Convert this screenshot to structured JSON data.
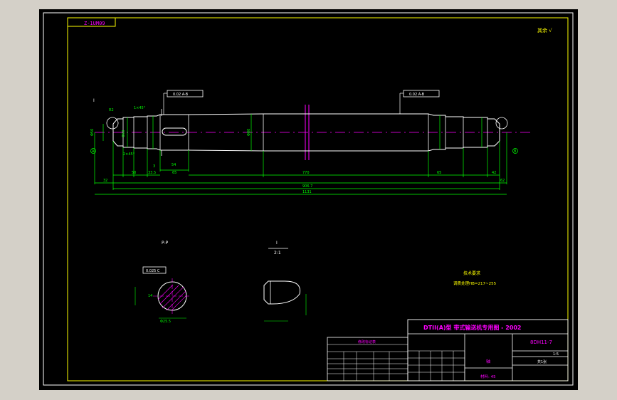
{
  "drawing": {
    "code_box": "Z-1UM09",
    "top_right_note": "其余 √",
    "section_label": "P-P",
    "detail_label": "I",
    "detail_scale": "2:1",
    "tech_title": "技术要求",
    "tech_note": "调质处理HB=217~255"
  },
  "shaft_dims": {
    "d_left": "Φ50",
    "d_mid": "Φ60",
    "d_body": "Φ80",
    "chamfer_a": "2×45°",
    "chamfer_b": "1×45°",
    "radius": "R2",
    "len_50": "50",
    "len_3": "3",
    "len_335": "33.5",
    "len_65": "65",
    "len_54": "54",
    "len_770": "770",
    "len_65b": "65",
    "len_32": "32",
    "len_42": "42",
    "total_inner": "906.7",
    "total": "1131",
    "len_62": "62",
    "tol_left": "0.02 A-B",
    "tol_right": "0.02 A-B",
    "label_a": "A",
    "label_b": "B",
    "mark_i": "I"
  },
  "section": {
    "tol": "0.025 C",
    "width": "14",
    "depth": "Φ25.5"
  },
  "title_block": {
    "title": "DTII(A)型  带式输送机专用图 - 2002",
    "drawing_no": "8DH11-7",
    "part_name": "轴",
    "material": "材料: 45",
    "scale": "1:5",
    "sheet": "共1张",
    "revision_title": "修改标记表"
  },
  "colors": {
    "yellow": "#ffff00",
    "green": "#00ff00",
    "magenta": "#ff00ff",
    "white": "#ffffff",
    "cyan": "#00ffff"
  }
}
